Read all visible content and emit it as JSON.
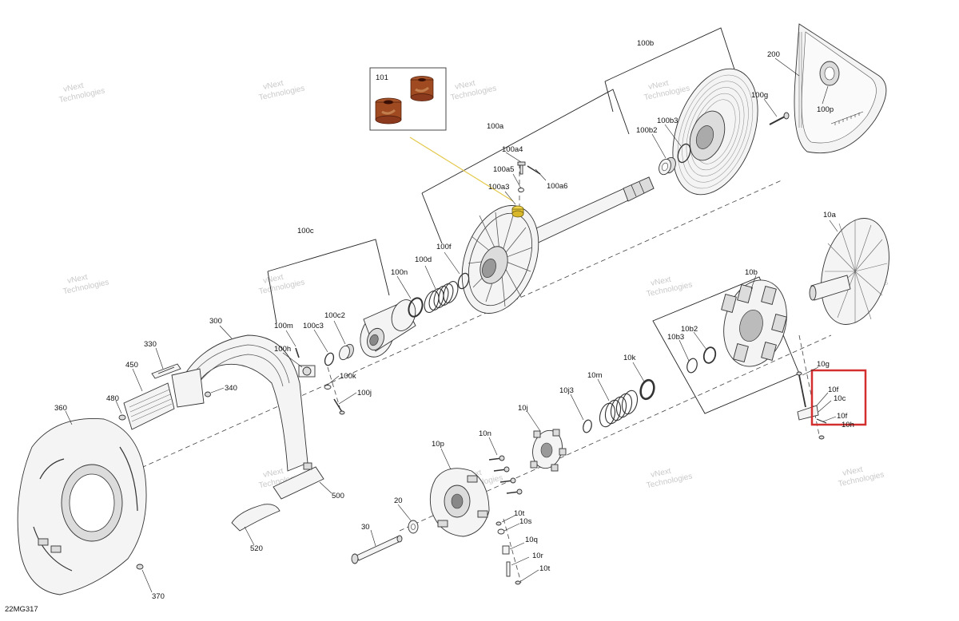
{
  "diagram": {
    "code": "22MG317",
    "watermark": {
      "line1": "vNext",
      "line2": "Technologies"
    },
    "highlight_color": "#d32f2f",
    "callout_color": "#e3c84a",
    "insert_color": "#8b3a1e",
    "labels": {
      "l101": "101",
      "l100a": "100a",
      "l100a4": "100a4",
      "l100a5": "100a5",
      "l100a6": "100a6",
      "l100a3": "100a3",
      "l100b": "100b",
      "l100b2": "100b2",
      "l100b3": "100b3",
      "l100g": "100g",
      "l100p": "100p",
      "l200": "200",
      "l100c": "100c",
      "l100n": "100n",
      "l100d": "100d",
      "l100f": "100f",
      "l100m": "100m",
      "l100c3": "100c3",
      "l100c2": "100c2",
      "l100h": "100h",
      "l100k": "100k",
      "l100j": "100j",
      "l300": "300",
      "l330": "330",
      "l450": "450",
      "l480": "480",
      "l340": "340",
      "l360": "360",
      "l370": "370",
      "l500": "500",
      "l520": "520",
      "l10a": "10a",
      "l10b": "10b",
      "l10b2": "10b2",
      "l10b3": "10b3",
      "l10g": "10g",
      "l10f1": "10f",
      "l10c": "10c",
      "l10f2": "10f",
      "l10h": "10h",
      "l10k": "10k",
      "l10m": "10m",
      "l10j3": "10j3",
      "l10j": "10j",
      "l10n": "10n",
      "l10p": "10p",
      "l20": "20",
      "l30": "30",
      "l10t1": "10t",
      "l10s": "10s",
      "l10q": "10q",
      "l10r": "10r",
      "l10t2": "10t"
    }
  }
}
